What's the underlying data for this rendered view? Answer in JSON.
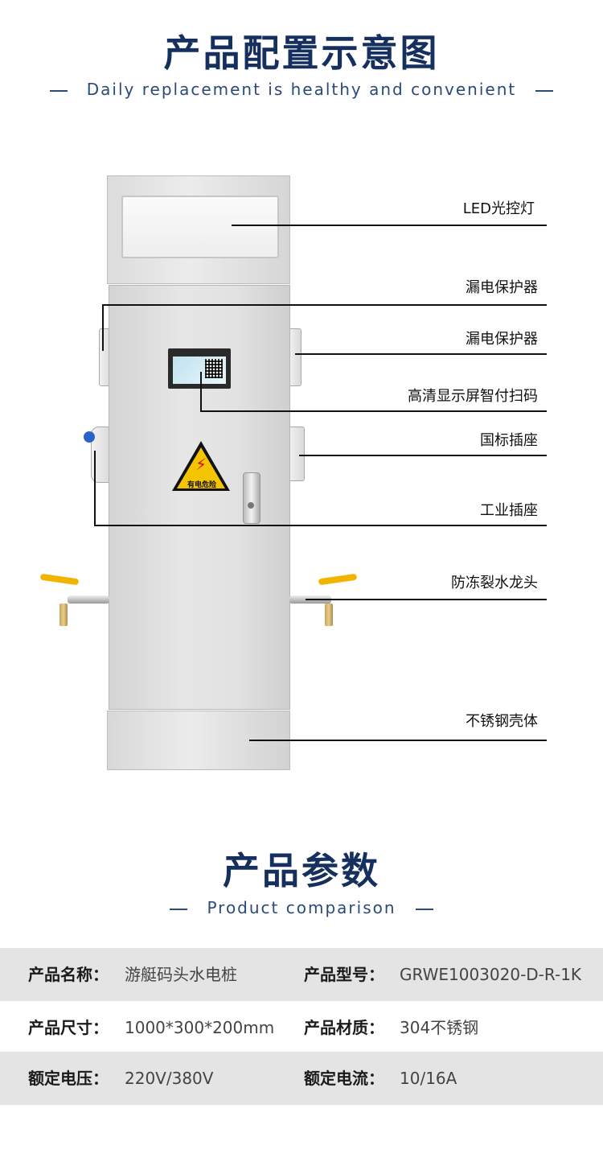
{
  "config_section": {
    "title": "产品配置示意图",
    "subtitle": "Daily replacement is healthy and convenient"
  },
  "callouts": [
    {
      "label": "LED光控灯"
    },
    {
      "label": "漏电保护器"
    },
    {
      "label": "漏电保护器"
    },
    {
      "label": "高清显示屏智付扫码"
    },
    {
      "label": "国标插座"
    },
    {
      "label": "工业插座"
    },
    {
      "label": "防冻裂水龙头"
    },
    {
      "label": "不锈钢壳体"
    }
  ],
  "product_image": {
    "warning_sign_text": "有电危险",
    "warning_symbol": "high-voltage-icon",
    "colors": {
      "warning_yellow": "#f4c400",
      "faucet_handle": "#f2b400",
      "cabinet": "#e2e2e2"
    }
  },
  "params_section": {
    "title": "产品参数",
    "subtitle": "Product comparison",
    "rows": [
      {
        "label1": "产品名称：",
        "value1": "游艇码头水电桩",
        "label2": "产品型号：",
        "value2": "GRWE1003020-D-R-1K"
      },
      {
        "label1": "产品尺寸：",
        "value1": "1000*300*200mm",
        "label2": "产品材质：",
        "value2": "304不锈钢"
      },
      {
        "label1": "额定电压：",
        "value1": "220V/380V",
        "label2": "额定电流：",
        "value2": "10/16A"
      }
    ]
  },
  "colors": {
    "title": "#15305e",
    "subtitle": "#2b4a78",
    "row_shade": "#e4e4e4"
  }
}
